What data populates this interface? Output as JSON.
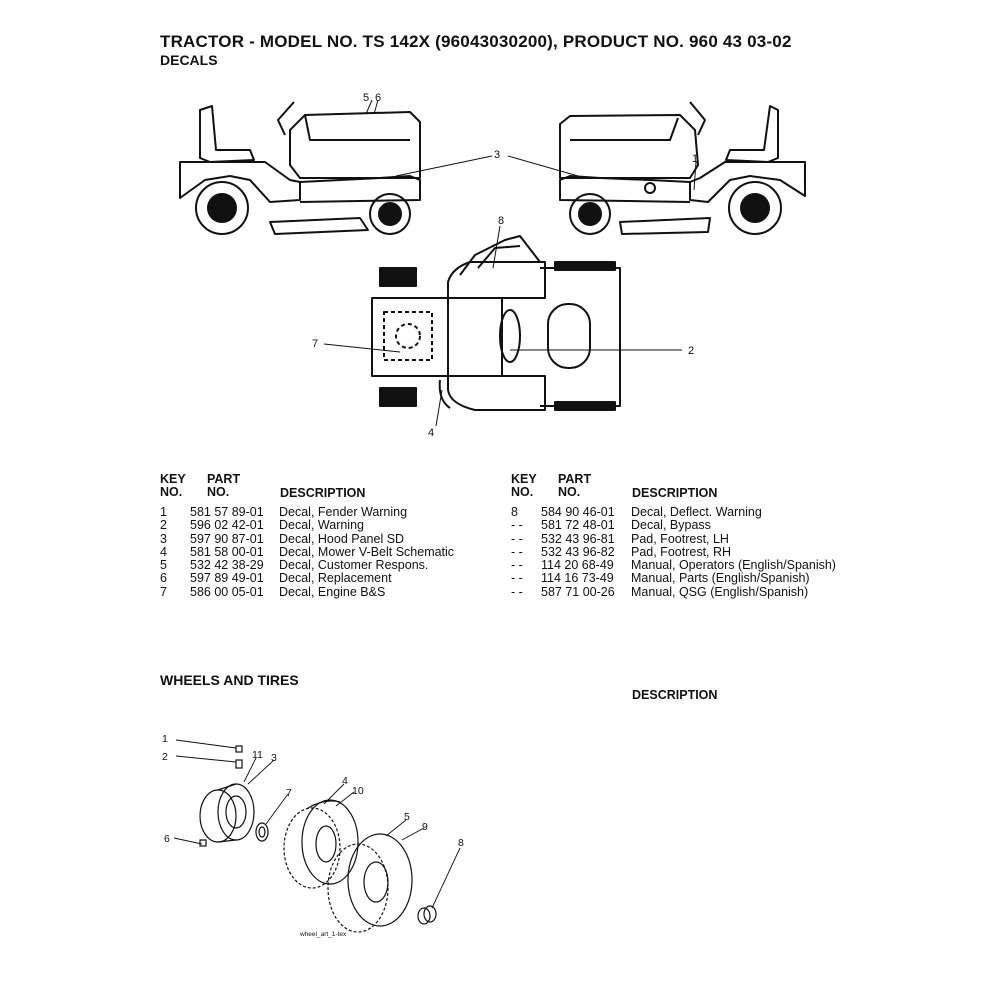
{
  "header": {
    "title": "TRACTOR - MODEL NO. TS 142X (96043030200), PRODUCT NO. 960 43 03-02",
    "subtitle": "DECALS"
  },
  "decals_diagram": {
    "callouts": [
      "5",
      "6",
      "3",
      "1",
      "8",
      "7",
      "2",
      "4"
    ]
  },
  "parts_table": {
    "headers": {
      "key_top": "KEY",
      "key_bottom": "NO.",
      "part_top": "PART",
      "part_bottom": "NO.",
      "description": "DESCRIPTION"
    },
    "left_rows": [
      {
        "key": "1",
        "part": "581 57 89-01",
        "desc": "Decal, Fender Warning"
      },
      {
        "key": "2",
        "part": "596 02 42-01",
        "desc": "Decal, Warning"
      },
      {
        "key": "3",
        "part": "597 90 87-01",
        "desc": "Decal, Hood Panel SD"
      },
      {
        "key": "4",
        "part": "581 58 00-01",
        "desc": "Decal, Mower V-Belt Schematic"
      },
      {
        "key": "5",
        "part": "532 42 38-29",
        "desc": "Decal, Customer Respons."
      },
      {
        "key": "6",
        "part": "597 89 49-01",
        "desc": "Decal, Replacement"
      },
      {
        "key": "7",
        "part": "586 00 05-01",
        "desc": "Decal, Engine B&S"
      }
    ],
    "right_rows": [
      {
        "key": "8",
        "part": "584 90 46-01",
        "desc": "Decal, Deflect. Warning"
      },
      {
        "key": "- -",
        "part": "581 72 48-01",
        "desc": "Decal, Bypass"
      },
      {
        "key": "- -",
        "part": "532 43 96-81",
        "desc": "Pad, Footrest, LH"
      },
      {
        "key": "- -",
        "part": "532 43 96-82",
        "desc": "Pad, Footrest, RH"
      },
      {
        "key": "- -",
        "part": "114 20 68-49",
        "desc": "Manual, Operators (English/Spanish)"
      },
      {
        "key": "- -",
        "part": "114 16 73-49",
        "desc": "Manual, Parts (English/Spanish)"
      },
      {
        "key": "- -",
        "part": "587 71 00-26",
        "desc": "Manual, QSG (English/Spanish)"
      }
    ]
  },
  "wheels_section": {
    "title": "WHEELS AND TIRES",
    "description_header": "DESCRIPTION",
    "callouts": {
      "c1": "1",
      "c2": "2",
      "c11": "11",
      "c3": "3",
      "c7": "7",
      "c6": "6",
      "c4": "4",
      "c10": "10",
      "c5": "5",
      "c9": "9",
      "c8": "8"
    },
    "art_label": "wheel_art_1-tex"
  }
}
